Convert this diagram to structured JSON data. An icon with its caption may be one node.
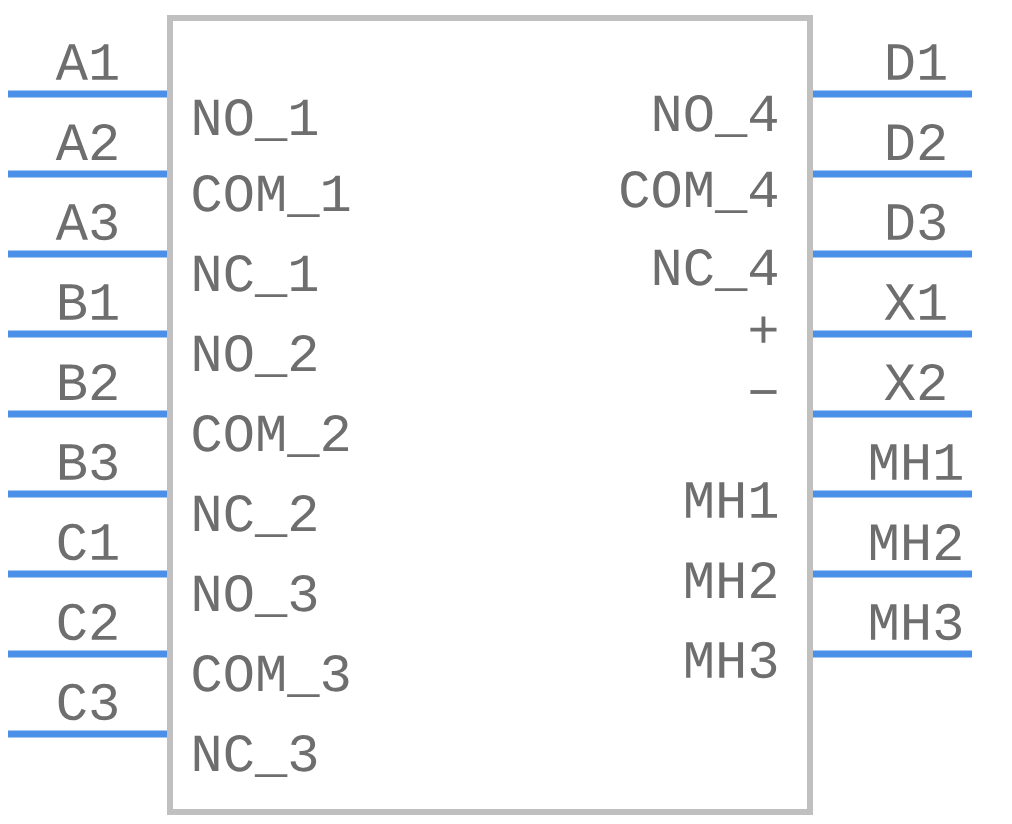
{
  "diagram": {
    "nodes": [
      {
        "text": [],
        "shape": "box"
      }
    ],
    "labels": [
      "A1",
      "NO_1",
      "NO_4",
      "D1",
      "A2",
      "COM_1",
      "COM_4",
      "D2",
      "A3",
      "NC_1",
      "NC_4",
      "D3",
      "B1",
      "NO_2",
      "+",
      "X1",
      "B2",
      "COM_2",
      "−",
      "X2",
      "B3",
      "NC_2",
      "MH1",
      "MH1",
      "C1",
      "NO_3",
      "MH2",
      "MH2",
      "C2",
      "COM_3",
      "MH3",
      "MH3",
      "C3",
      "NC_3"
    ]
  }
}
